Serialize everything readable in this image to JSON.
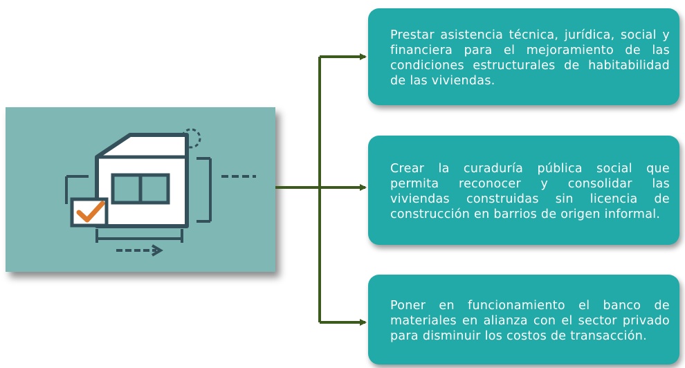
{
  "diagram": {
    "items": [
      {
        "text": "Prestar asistencia técnica, jurídica, social y financiera para el mejoramiento de las condiciones estructurales de habitabilidad de las viviendas."
      },
      {
        "text": "Crear la curaduría pública social que permita reconocer y consolidar las viviendas construidas sin licencia de construcción en barrios de origen informal."
      },
      {
        "text": "Poner en funcionamiento el banco de materiales en alianza con el sector privado para disminuir los costos de transacción."
      }
    ]
  },
  "colors": {
    "panel": "#7fb7b4",
    "box": "#21aaa7",
    "connector": "#3d5a1e",
    "roof": "#dd7a2c",
    "outline": "#34505a",
    "check": "#dd7a2c"
  },
  "icon": "house-measure-check-icon"
}
